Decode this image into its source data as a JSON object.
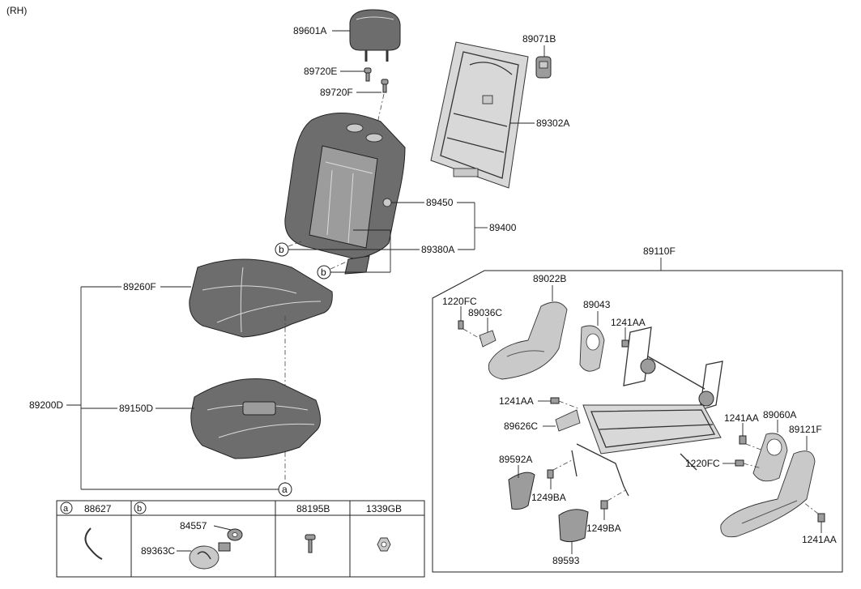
{
  "header": {
    "side": "(RH)"
  },
  "parts": {
    "p89601A": "89601A",
    "p89720E": "89720E",
    "p89720F": "89720F",
    "p89071B": "89071B",
    "p89302A": "89302A",
    "p89450": "89450",
    "p89400": "89400",
    "p89380A": "89380A",
    "p89260F": "89260F",
    "p89200D": "89200D",
    "p89150D": "89150D",
    "p89110F": "89110F",
    "p89022B": "89022B",
    "p1220FC_a": "1220FC",
    "p89036C": "89036C",
    "p89043": "89043",
    "p1241AA_a": "1241AA",
    "p1241AA_b": "1241AA",
    "p89626C": "89626C",
    "p1241AA_c": "1241AA",
    "p89060A": "89060A",
    "p89121F": "89121F",
    "p1220FC_b": "1220FC",
    "p89592A": "89592A",
    "p1249BA_a": "1249BA",
    "p1249BA_b": "1249BA",
    "p89593": "89593",
    "p1241AA_d": "1241AA"
  },
  "callouts": {
    "a": "a",
    "b": "b"
  },
  "legend": {
    "col_a_letter": "a",
    "col_a_part": "88627",
    "col_b_letter": "b",
    "col_b_part_1": "84557",
    "col_b_part_2": "89363C",
    "col_c_part": "88195B",
    "col_d_part": "1339GB"
  }
}
